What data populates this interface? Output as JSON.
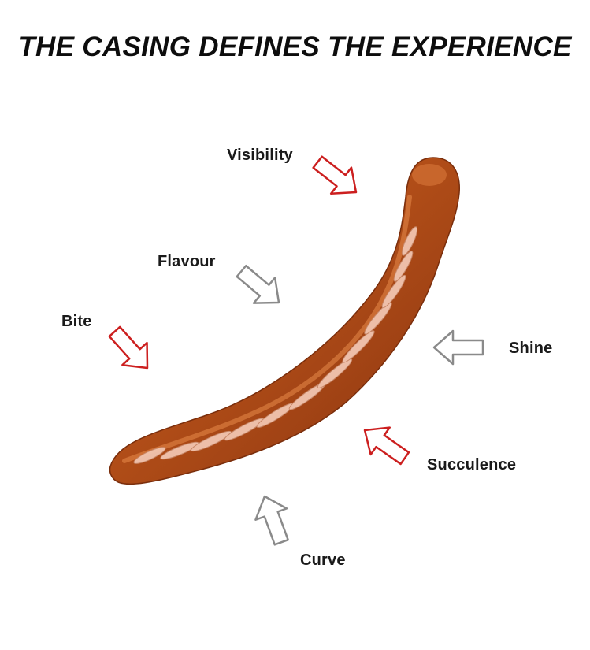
{
  "title": "THE CASING DEFINES THE EXPERIENCE",
  "labels": {
    "visibility": "Visibility",
    "flavour": "Flavour",
    "bite": "Bite",
    "shine": "Shine",
    "succulence": "Succulence",
    "curve": "Curve"
  },
  "colors": {
    "arrow_red": "#cc1f1f",
    "arrow_grey": "#8a8a8a",
    "sausage_body": "#b8551c",
    "sausage_highlight": "#e88a4a",
    "grill_mark": "#f1c5b0"
  }
}
